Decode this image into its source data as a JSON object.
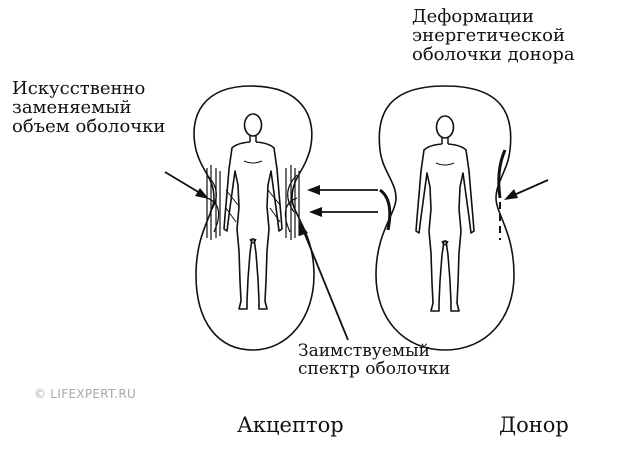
{
  "labels": {
    "replaced_volume": [
      "Искусственно",
      "заменяемый",
      "объем оболочки"
    ],
    "donor_deformation": [
      "Деформации",
      "энергетической",
      "оболочки донора"
    ],
    "borrowed_spectrum": [
      "Заимствуемый",
      "спектр оболочки"
    ],
    "acceptor": "Акцептор",
    "donor": "Донор"
  },
  "watermark": "© LIFEXPERT.RU",
  "colors": {
    "ink": "#111111",
    "watermark": "#a8a8a8",
    "background": "#ffffff"
  }
}
